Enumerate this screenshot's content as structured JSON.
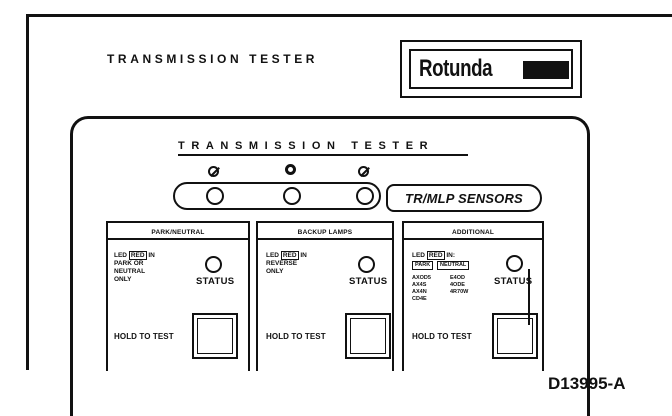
{
  "outer": {
    "title": "TRANSMISSION TESTER"
  },
  "logo": {
    "text": "Rotunda"
  },
  "panel": {
    "title": "TRANSMISSION TESTER"
  },
  "sensors": {
    "label": "TR/MLP SENSORS"
  },
  "sections": [
    {
      "title": "PARK/NEUTRAL",
      "led_prefix": "LED",
      "red": "RED",
      "led_suffix": "IN",
      "condition": [
        "PARK OR",
        "NEUTRAL",
        "ONLY"
      ],
      "status": "STATUS",
      "hold": "HOLD TO TEST"
    },
    {
      "title": "BACKUP LAMPS",
      "led_prefix": "LED",
      "red": "RED",
      "led_suffix": "IN",
      "condition": [
        "REVERSE",
        "ONLY"
      ],
      "status": "STATUS",
      "hold": "HOLD TO TEST"
    },
    {
      "title": "ADDITIONAL",
      "led_prefix": "LED",
      "red": "RED",
      "led_suffix": "IN:",
      "tags": [
        "PARK",
        "NEUTRAL"
      ],
      "codes_left": [
        "AXOD5",
        "AX4S",
        "AX4N",
        "CD4E"
      ],
      "codes_right": [
        "E4OD",
        "4ODE",
        "4R70W"
      ],
      "status": "STATUS",
      "hold": "HOLD TO TEST"
    }
  ],
  "figure_id": "D13995-A"
}
